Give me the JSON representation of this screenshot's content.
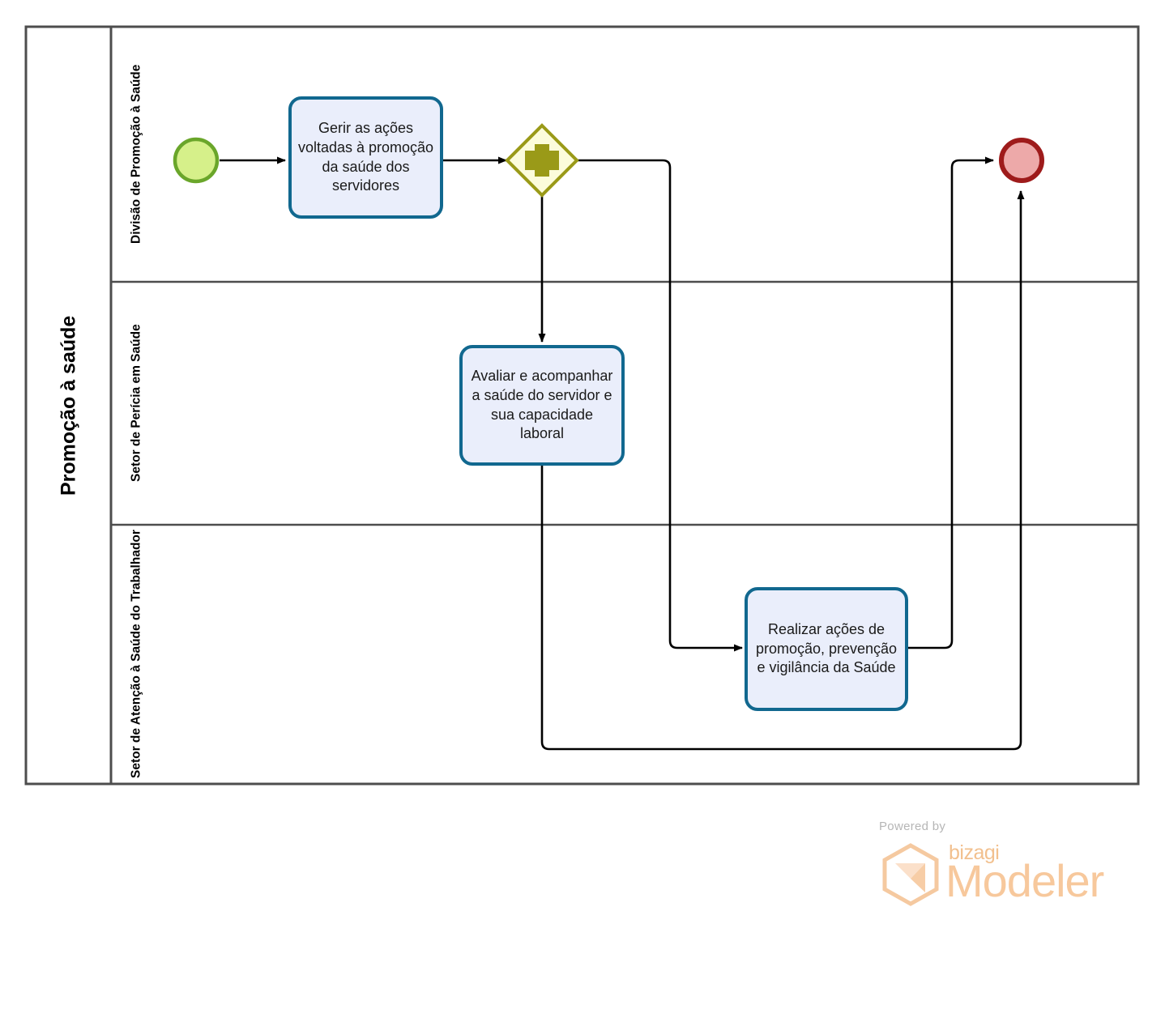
{
  "diagram": {
    "type": "bpmn-process",
    "pool": {
      "label": "Promoção à saúde",
      "lanes": [
        {
          "id": "lane-divisao",
          "label": "Divisão de Promoção à Saúde"
        },
        {
          "id": "lane-pericia",
          "label": "Setor de Perícia em Saúde"
        },
        {
          "id": "lane-atencao",
          "label": "Setor de Atenção à Saúde do Trabalhador"
        }
      ]
    },
    "events": [
      {
        "id": "start-event",
        "kind": "start",
        "label": "",
        "fill": "#d6f08a",
        "stroke": "#6aa62a"
      },
      {
        "id": "end-event",
        "kind": "end",
        "label": "",
        "fill": "#eda9a9",
        "stroke": "#9e1b1b"
      }
    ],
    "gateways": [
      {
        "id": "parallel-gateway",
        "kind": "parallel",
        "symbol": "+",
        "fill": "#fcfcdb",
        "stroke": "#9a9a18"
      }
    ],
    "tasks": [
      {
        "id": "task-gerir",
        "lane": "lane-divisao",
        "label": "Gerir as ações voltadas à promoção da saúde dos servidores"
      },
      {
        "id": "task-avaliar",
        "lane": "lane-pericia",
        "label": "Avaliar e acompanhar a saúde do servidor e sua capacidade laboral"
      },
      {
        "id": "task-realizar",
        "lane": "lane-atencao",
        "label": "Realizar ações de promoção, prevenção e vigilância da Saúde"
      }
    ],
    "flows": [
      {
        "id": "flow-start-gerir",
        "from": "start-event",
        "to": "task-gerir",
        "label": ""
      },
      {
        "id": "flow-gerir-gateway",
        "from": "task-gerir",
        "to": "parallel-gateway",
        "label": ""
      },
      {
        "id": "flow-gateway-avaliar",
        "from": "parallel-gateway",
        "to": "task-avaliar",
        "label": ""
      },
      {
        "id": "flow-gateway-realizar",
        "from": "parallel-gateway",
        "to": "task-realizar",
        "label": ""
      },
      {
        "id": "flow-realizar-end",
        "from": "task-realizar",
        "to": "end-event",
        "label": ""
      },
      {
        "id": "flow-avaliar-end",
        "from": "task-avaliar",
        "to": "end-event",
        "label": ""
      }
    ],
    "colors": {
      "task_fill": "#eaeefb",
      "task_stroke": "#11688f",
      "pool_stroke": "#4d4d4d",
      "flow_stroke": "#000000",
      "logo_accent": "#f7c89c"
    }
  },
  "branding": {
    "powered_by": "Powered by",
    "product_brand": "bizagi",
    "product_name": "Modeler"
  }
}
